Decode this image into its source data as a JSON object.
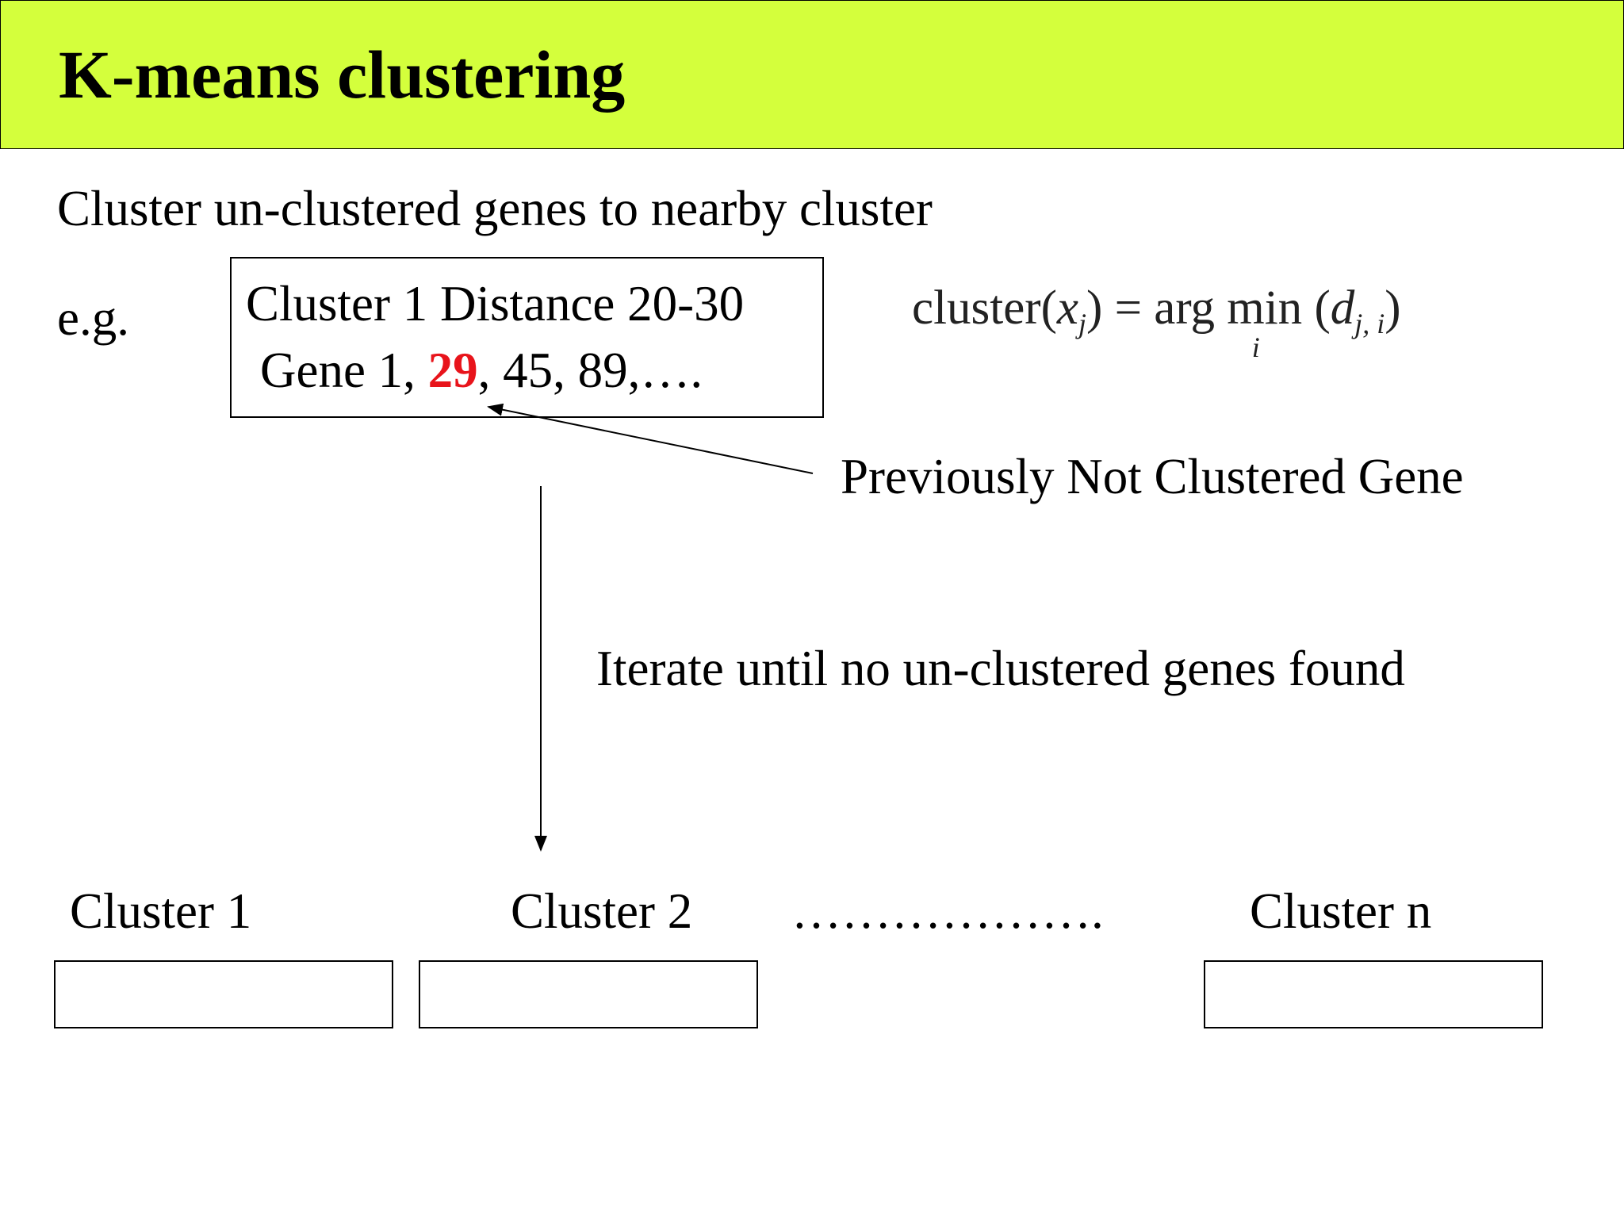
{
  "slide": {
    "title": "K-means clustering",
    "subtitle": "Cluster un-clustered genes to nearby cluster",
    "example_label": "e.g.",
    "example_box": {
      "line1": "Cluster 1 Distance 20-30",
      "line2_prefix": "Gene 1, ",
      "line2_highlight": "29",
      "line2_suffix": ", 45, 89,…."
    },
    "formula": {
      "lhs": "cluster(",
      "var": "x",
      "var_sub": "j",
      "close": ")",
      "equals": "=",
      "op": "arg min",
      "op_under": "i",
      "arg_open": "(",
      "arg_var": "d",
      "arg_sub": "j, i",
      "arg_close": ")"
    },
    "annotation": "Previously Not Clustered Gene",
    "iterate_text": "Iterate until no un-clustered genes found",
    "clusters": [
      "Cluster 1",
      "Cluster 2",
      "Cluster n"
    ],
    "ellipsis": "………………."
  },
  "colors": {
    "title_bar": "#d4ff3c",
    "highlight": "#e8141b"
  }
}
